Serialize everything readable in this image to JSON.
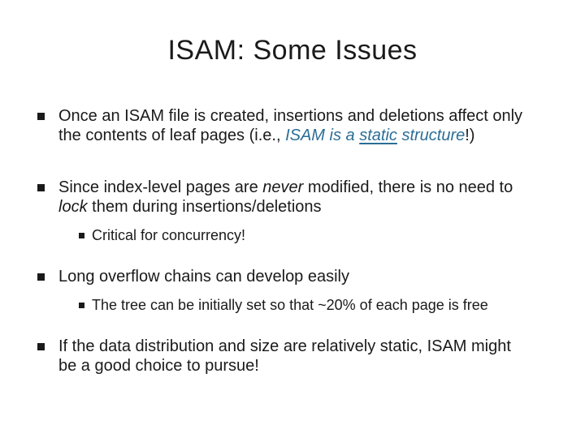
{
  "title": "ISAM: Some Issues",
  "colors": {
    "background": "#FFFFFF",
    "text": "#1A1A1A",
    "bullet": "#1A1A1A",
    "accent": "#2B6E96"
  },
  "bullets": [
    {
      "level": 1,
      "segments": [
        {
          "style": "plain",
          "text": "Once an ISAM file is created, insertions and deletions affect only\nthe contents of leaf pages (i.e., "
        },
        {
          "style": "accent-italic",
          "text": "ISAM is a "
        },
        {
          "style": "accent-italic-underline",
          "text": "static"
        },
        {
          "style": "accent-italic",
          "text": " structure"
        },
        {
          "style": "plain",
          "text": "!)"
        }
      ]
    },
    {
      "level": 1,
      "segments": [
        {
          "style": "plain",
          "text": "Since index-level pages are "
        },
        {
          "style": "italic",
          "text": "never"
        },
        {
          "style": "plain",
          "text": " modified, there is no need to\n"
        },
        {
          "style": "italic",
          "text": "lock"
        },
        {
          "style": "plain",
          "text": " them during insertions/deletions"
        }
      ]
    },
    {
      "level": 2,
      "segments": [
        {
          "style": "plain",
          "text": "Critical for concurrency!"
        }
      ]
    },
    {
      "level": 1,
      "segments": [
        {
          "style": "plain",
          "text": "Long overflow chains can develop easily"
        }
      ]
    },
    {
      "level": 2,
      "segments": [
        {
          "style": "plain",
          "text": "The tree can be initially set so that ~20% of each page is free"
        }
      ]
    },
    {
      "level": 1,
      "segments": [
        {
          "style": "plain",
          "text": "If the data distribution and size are relatively static, ISAM might\nbe a good choice to pursue!"
        }
      ]
    }
  ]
}
